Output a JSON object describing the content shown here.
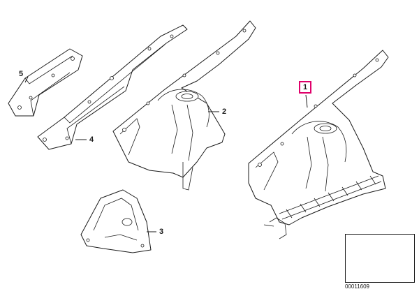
{
  "callouts": {
    "part_1": "1",
    "part_2": "2",
    "part_3": "3",
    "part_4": "4",
    "part_5": "5"
  },
  "thumbnail": {
    "drawing_number": "00011609"
  },
  "colors": {
    "highlight": "#e0006a",
    "line": "#1a1a1a"
  }
}
